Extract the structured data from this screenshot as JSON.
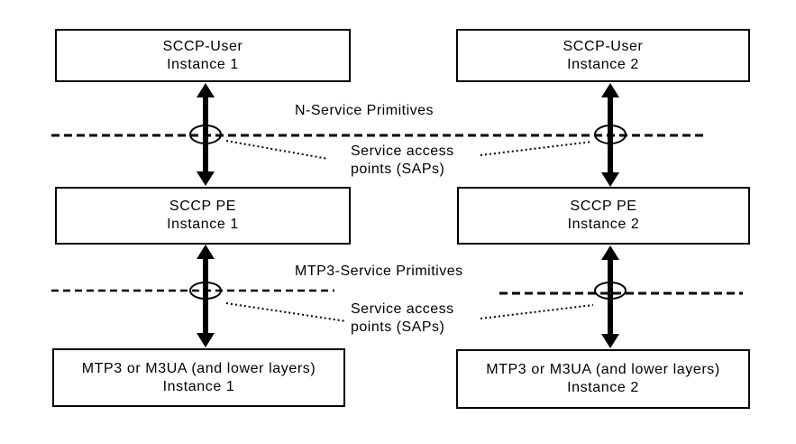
{
  "diagram": {
    "boxes": [
      {
        "id": "sccp-user-1",
        "line1": "SCCP-User",
        "line2": "Instance 1"
      },
      {
        "id": "sccp-user-2",
        "line1": "SCCP-User",
        "line2": "Instance 2"
      },
      {
        "id": "sccp-pe-1",
        "line1": "SCCP PE",
        "line2": "Instance 1"
      },
      {
        "id": "sccp-pe-2",
        "line1": "SCCP PE",
        "line2": "Instance 2"
      },
      {
        "id": "mtp3-1",
        "line1": "MTP3 or M3UA (and lower layers)",
        "line2": "Instance 1"
      },
      {
        "id": "mtp3-2",
        "line1": "MTP3 or M3UA (and lower layers)",
        "line2": "Instance 2"
      }
    ],
    "labels": {
      "n_service_primitives": "N-Service Primitives",
      "mtp3_service_primitives": "MTP3-Service Primitives",
      "sap_top_line1": "Service access",
      "sap_top_line2": "points (SAPs)",
      "sap_bottom_line1": "Service access",
      "sap_bottom_line2": "points (SAPs)"
    },
    "colors": {
      "line": "#000000",
      "text": "#000000",
      "background": "#ffffff"
    }
  }
}
